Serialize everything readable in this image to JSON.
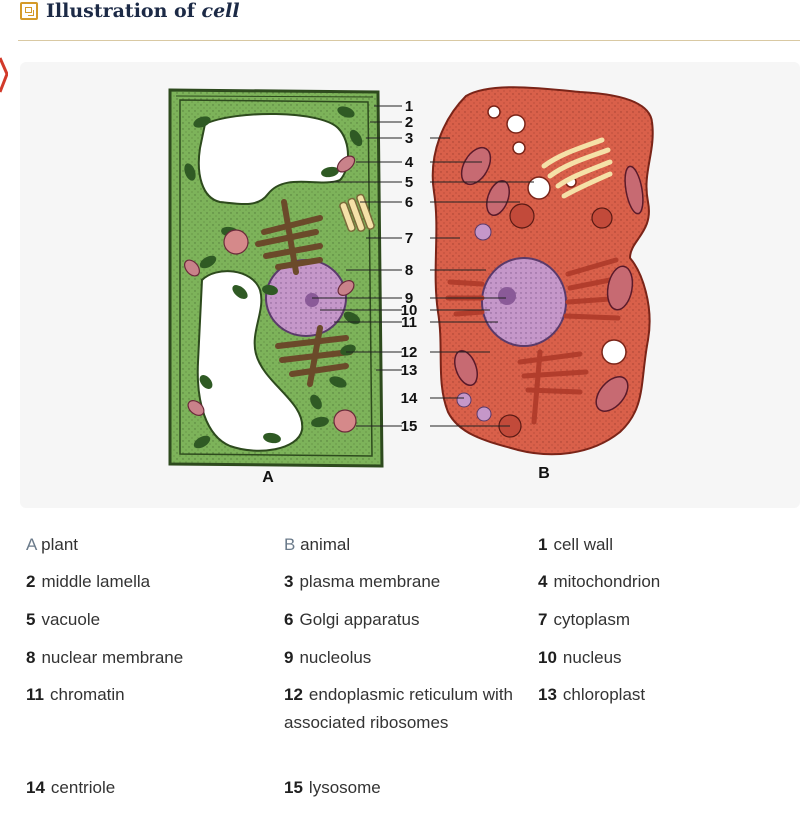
{
  "header": {
    "title_prefix": "Illustration of ",
    "title_emph": "cell"
  },
  "figure": {
    "panel_a": "A",
    "panel_b": "B",
    "numbers": [
      "1",
      "2",
      "3",
      "4",
      "5",
      "6",
      "7",
      "8",
      "9",
      "10",
      "11",
      "12",
      "13",
      "14",
      "15"
    ]
  },
  "legend": {
    "a_letter": "A",
    "a_text": "plant",
    "b_letter": "B",
    "b_text": "animal",
    "items": [
      {
        "num": "1",
        "text": "cell wall"
      },
      {
        "num": "2",
        "text": "middle lamella"
      },
      {
        "num": "3",
        "text": "plasma membrane"
      },
      {
        "num": "4",
        "text": "mitochondrion"
      },
      {
        "num": "5",
        "text": "vacuole"
      },
      {
        "num": "6",
        "text": "Golgi apparatus"
      },
      {
        "num": "7",
        "text": "cytoplasm"
      },
      {
        "num": "8",
        "text": "nuclear membrane"
      },
      {
        "num": "9",
        "text": "nucleolus"
      },
      {
        "num": "10",
        "text": "nucleus"
      },
      {
        "num": "11",
        "text": "chromatin"
      },
      {
        "num": "12",
        "text": "endoplasmic reticulum with associated ribosomes"
      },
      {
        "num": "13",
        "text": "chloroplast"
      },
      {
        "num": "14",
        "text": "centriole"
      },
      {
        "num": "15",
        "text": "lysosome"
      }
    ]
  },
  "colors": {
    "plant_green": "#7db35a",
    "animal_red": "#d9604a",
    "nucleus_purple": "#c597c9",
    "golgi_cream": "#f5e1a8",
    "er_brown": "#6b4a2a",
    "title_navy": "#1c2a46",
    "accent_gold": "#d49a2a"
  }
}
